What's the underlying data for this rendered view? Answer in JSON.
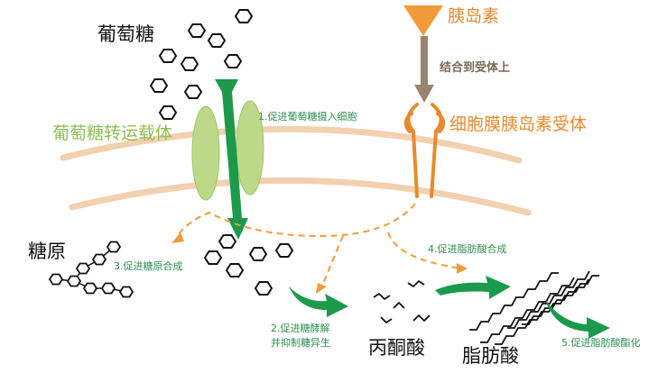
{
  "labels": {
    "glucose": "葡萄糖",
    "insulin": "胰岛素",
    "bind_receptor": "结合到受体上",
    "glut": "葡萄糖转运载体",
    "receptor": "细胞膜胰岛素受体",
    "glycogen": "糖原",
    "pyruvate": "丙酮酸",
    "fatty_acid": "脂肪酸"
  },
  "steps": {
    "s1": "1.促进葡萄糖摄入细胞",
    "s2_line1": "2.促进糖酵解",
    "s2_line2": "并抑制糖异生",
    "s3": "3.促进糖原合成",
    "s4": "4.促进脂肪酸合成",
    "s5": "5.促进脂肪酸酯化"
  },
  "colors": {
    "membrane": "#f2d1b0",
    "transporter": "#bcd98a",
    "green_arrow": "#1b9a4b",
    "orange": "#e88a2e",
    "brown_arrow": "#9a8470",
    "step_text": "#2f8f52"
  }
}
